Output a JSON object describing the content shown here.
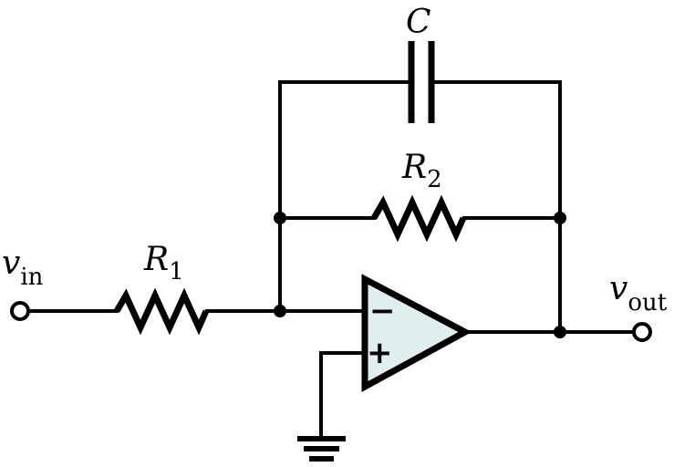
{
  "diagram": {
    "labels": {
      "capacitor": "C",
      "r2_main": "R",
      "r2_sub": "2",
      "r1_main": "R",
      "r1_sub": "1",
      "vin_main": "v",
      "vin_sub": "in",
      "vout_main": "v",
      "vout_sub": "out",
      "minus": "−",
      "plus": "+"
    },
    "colors": {
      "opamp_fill": "#e0eef0",
      "line": "#000000"
    }
  }
}
